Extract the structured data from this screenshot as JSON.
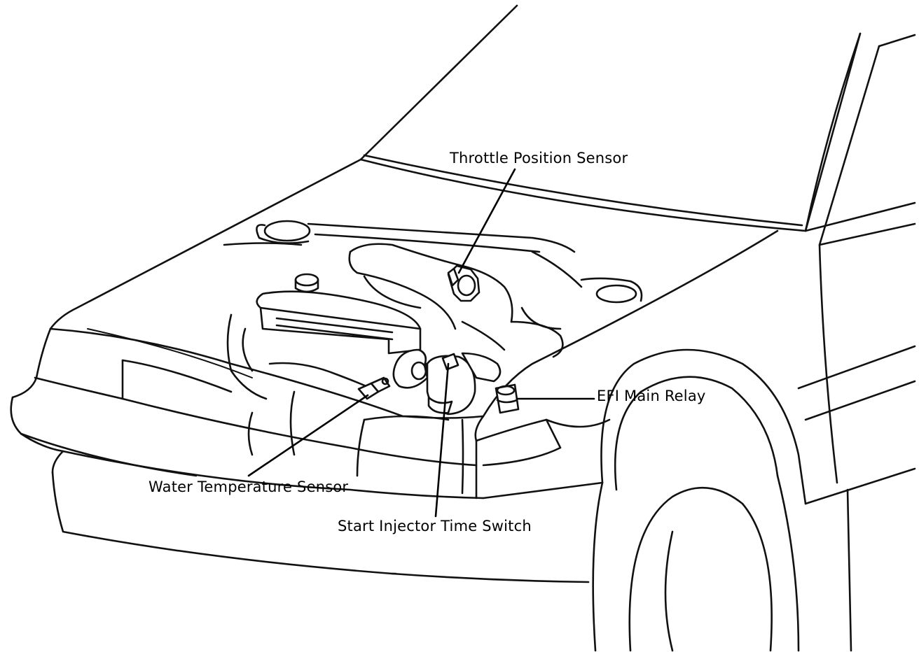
{
  "labels": {
    "throttle_position_sensor": "Throttle Position Sensor",
    "efi_main_relay": "EFI Main Relay",
    "water_temperature_sensor": "Water Temperature Sensor",
    "start_injector_time_switch": "Start Injector Time Switch"
  },
  "colors": {
    "line": "#111111",
    "background": "#ffffff"
  }
}
